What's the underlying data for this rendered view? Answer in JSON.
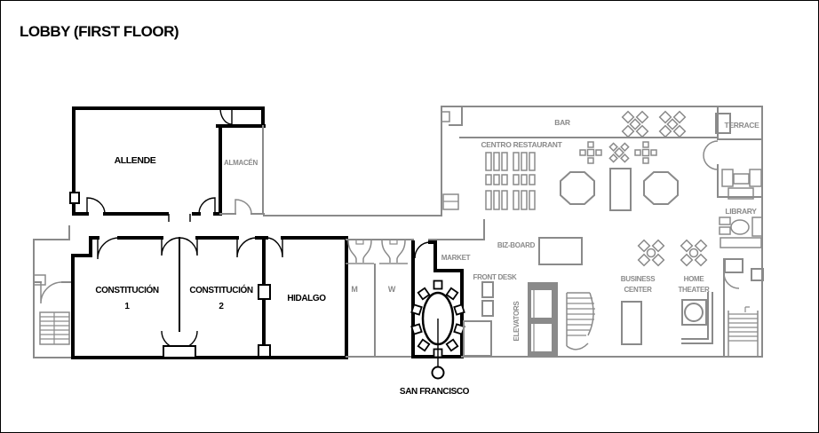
{
  "title": "LOBBY (FIRST FLOOR)",
  "colors": {
    "primary_walls": "#000000",
    "secondary_walls": "#8a8a8a",
    "background": "#ffffff"
  },
  "areas": {
    "allende": "ALLENDE",
    "almacen": "ALMACÉN",
    "constitucion_1": {
      "name": "CONSTITUCIÓN",
      "number": "1"
    },
    "constitucion_2": {
      "name": "CONSTITUCIÓN",
      "number": "2"
    },
    "hidalgo": "HIDALGO",
    "restroom_men": "M",
    "restroom_women": "W",
    "market": "MARKET",
    "biz_board": "BIZ-BOARD",
    "front_desk": "FRONT DESK",
    "elevators": "ELEVATORS",
    "business_center": {
      "line1": "BUSINESS",
      "line2": "CENTER"
    },
    "home_theater": {
      "line1": "HOME",
      "line2": "THEATER"
    },
    "bar": "BAR",
    "centro_restaurant": "CENTRO RESTAURANT",
    "terrace": "TERRACE",
    "library": "LIBRARY",
    "san_francisco": "SAN FRANCISCO"
  }
}
